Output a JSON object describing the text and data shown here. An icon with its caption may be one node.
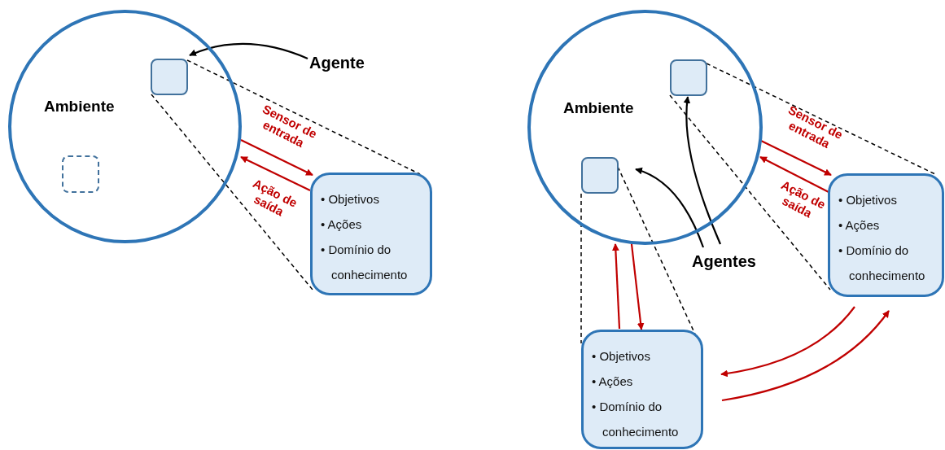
{
  "diagram": {
    "nodes": [
      {
        "text": [
          "Ambiente"
        ]
      },
      {
        "text": [],
        "shape": "box",
        "in": 0
      },
      {
        "text": [],
        "shape": "box",
        "in": 0
      },
      {
        "text": [
          "Agente"
        ]
      },
      {
        "text": [
          "• Objetivos",
          "• Ações",
          "• Domínio do conhecimento"
        ]
      },
      {
        "text": [
          "Ambiente"
        ]
      },
      {
        "text": [],
        "shape": "box",
        "in": 5
      },
      {
        "text": [],
        "shape": "box",
        "in": 5
      },
      {
        "text": [
          "Agentes"
        ]
      },
      {
        "text": [
          "• Objetivos",
          "• Ações",
          "• Domínio do conhecimento"
        ]
      },
      {
        "text": [
          "• Objetivos",
          "• Ações",
          "• Domínio do conhecimento"
        ]
      }
    ],
    "edges": [
      {
        "from": 3,
        "to": 1,
        "arrow": "to"
      },
      {
        "from": 1,
        "to": 4,
        "arrow": "none",
        "style": "dashed"
      },
      {
        "from": 1,
        "to": 4,
        "arrow": "none",
        "style": "dashed"
      },
      {
        "from": 0,
        "to": 4,
        "arrow": "to",
        "label": "Sensor de entrada",
        "color": "#c00000"
      },
      {
        "from": 4,
        "to": 0,
        "arrow": "to",
        "label": "Ação de saída",
        "color": "#c00000"
      },
      {
        "from": 8,
        "to": 6,
        "arrow": "to"
      },
      {
        "from": 8,
        "to": 7,
        "arrow": "to"
      },
      {
        "from": 6,
        "to": 9,
        "arrow": "none",
        "style": "dashed"
      },
      {
        "from": 6,
        "to": 9,
        "arrow": "none",
        "style": "dashed"
      },
      {
        "from": 7,
        "to": 10,
        "arrow": "none",
        "style": "dashed"
      },
      {
        "from": 7,
        "to": 10,
        "arrow": "none",
        "style": "dashed"
      },
      {
        "from": 5,
        "to": 9,
        "arrow": "to",
        "label": "Sensor de entrada",
        "color": "#c00000"
      },
      {
        "from": 9,
        "to": 5,
        "arrow": "to",
        "label": "Ação de saída",
        "color": "#c00000"
      },
      {
        "from": 10,
        "to": 5,
        "arrow": "to",
        "color": "#c00000"
      },
      {
        "from": 5,
        "to": 10,
        "arrow": "to",
        "color": "#c00000"
      },
      {
        "from": 9,
        "to": 10,
        "arrow": "to",
        "color": "#c00000"
      },
      {
        "from": 10,
        "to": 9,
        "arrow": "to",
        "color": "#c00000"
      }
    ]
  }
}
